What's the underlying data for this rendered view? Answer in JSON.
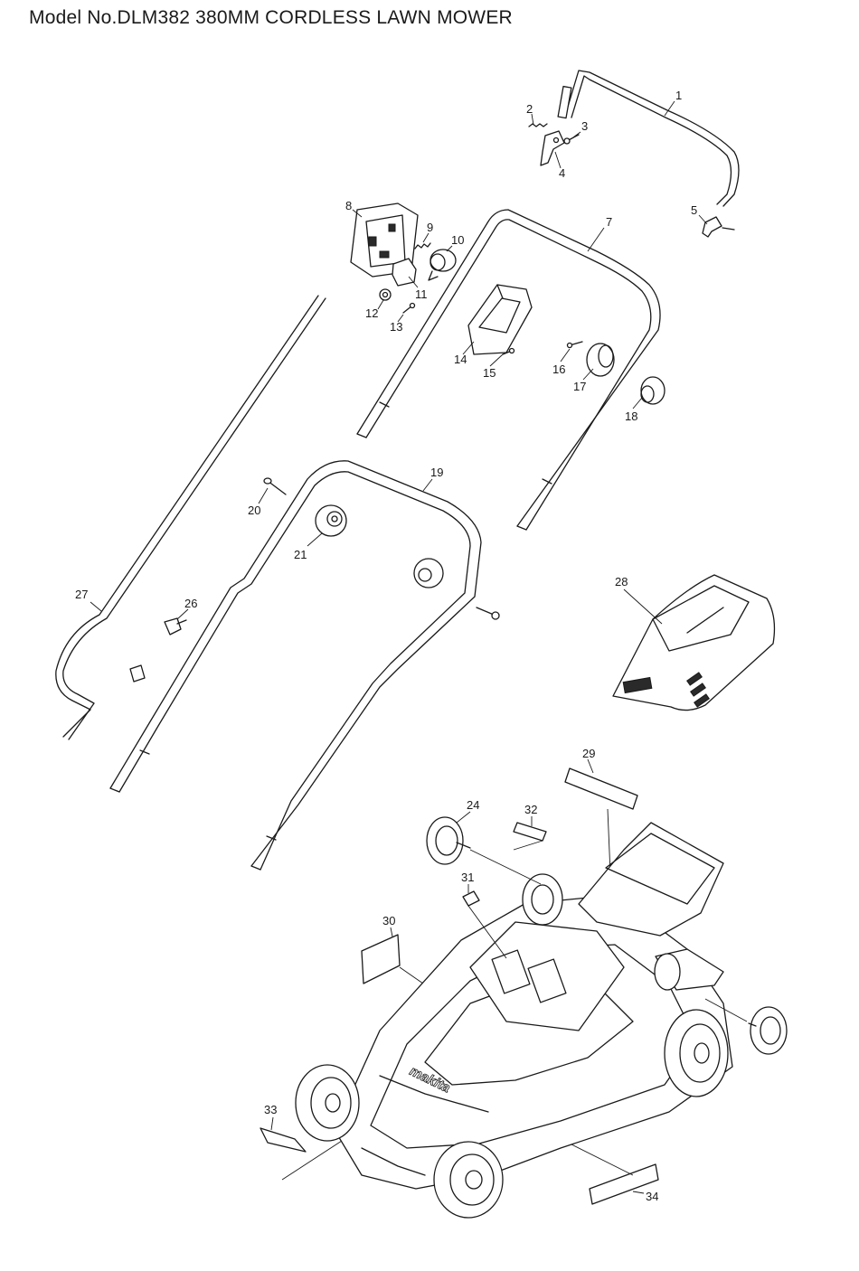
{
  "title": "Model No.DLM382 380MM CORDLESS LAWN MOWER",
  "brand_mark": "makita",
  "callouts": [
    {
      "id": "c1",
      "label": "1"
    },
    {
      "id": "c2",
      "label": "2"
    },
    {
      "id": "c3",
      "label": "3"
    },
    {
      "id": "c4",
      "label": "4"
    },
    {
      "id": "c5",
      "label": "5"
    },
    {
      "id": "c7",
      "label": "7"
    },
    {
      "id": "c8",
      "label": "8"
    },
    {
      "id": "c9",
      "label": "9"
    },
    {
      "id": "c10",
      "label": "10"
    },
    {
      "id": "c11",
      "label": "11"
    },
    {
      "id": "c12",
      "label": "12"
    },
    {
      "id": "c13",
      "label": "13"
    },
    {
      "id": "c14",
      "label": "14"
    },
    {
      "id": "c15",
      "label": "15"
    },
    {
      "id": "c16",
      "label": "16"
    },
    {
      "id": "c17",
      "label": "17"
    },
    {
      "id": "c18",
      "label": "18"
    },
    {
      "id": "c19",
      "label": "19"
    },
    {
      "id": "c20",
      "label": "20"
    },
    {
      "id": "c21",
      "label": "21"
    },
    {
      "id": "c24",
      "label": "24"
    },
    {
      "id": "c26",
      "label": "26"
    },
    {
      "id": "c27",
      "label": "27"
    },
    {
      "id": "c28",
      "label": "28"
    },
    {
      "id": "c29",
      "label": "29"
    },
    {
      "id": "c30",
      "label": "30"
    },
    {
      "id": "c31",
      "label": "31"
    },
    {
      "id": "c32",
      "label": "32"
    },
    {
      "id": "c33",
      "label": "33"
    },
    {
      "id": "c34",
      "label": "34"
    }
  ]
}
